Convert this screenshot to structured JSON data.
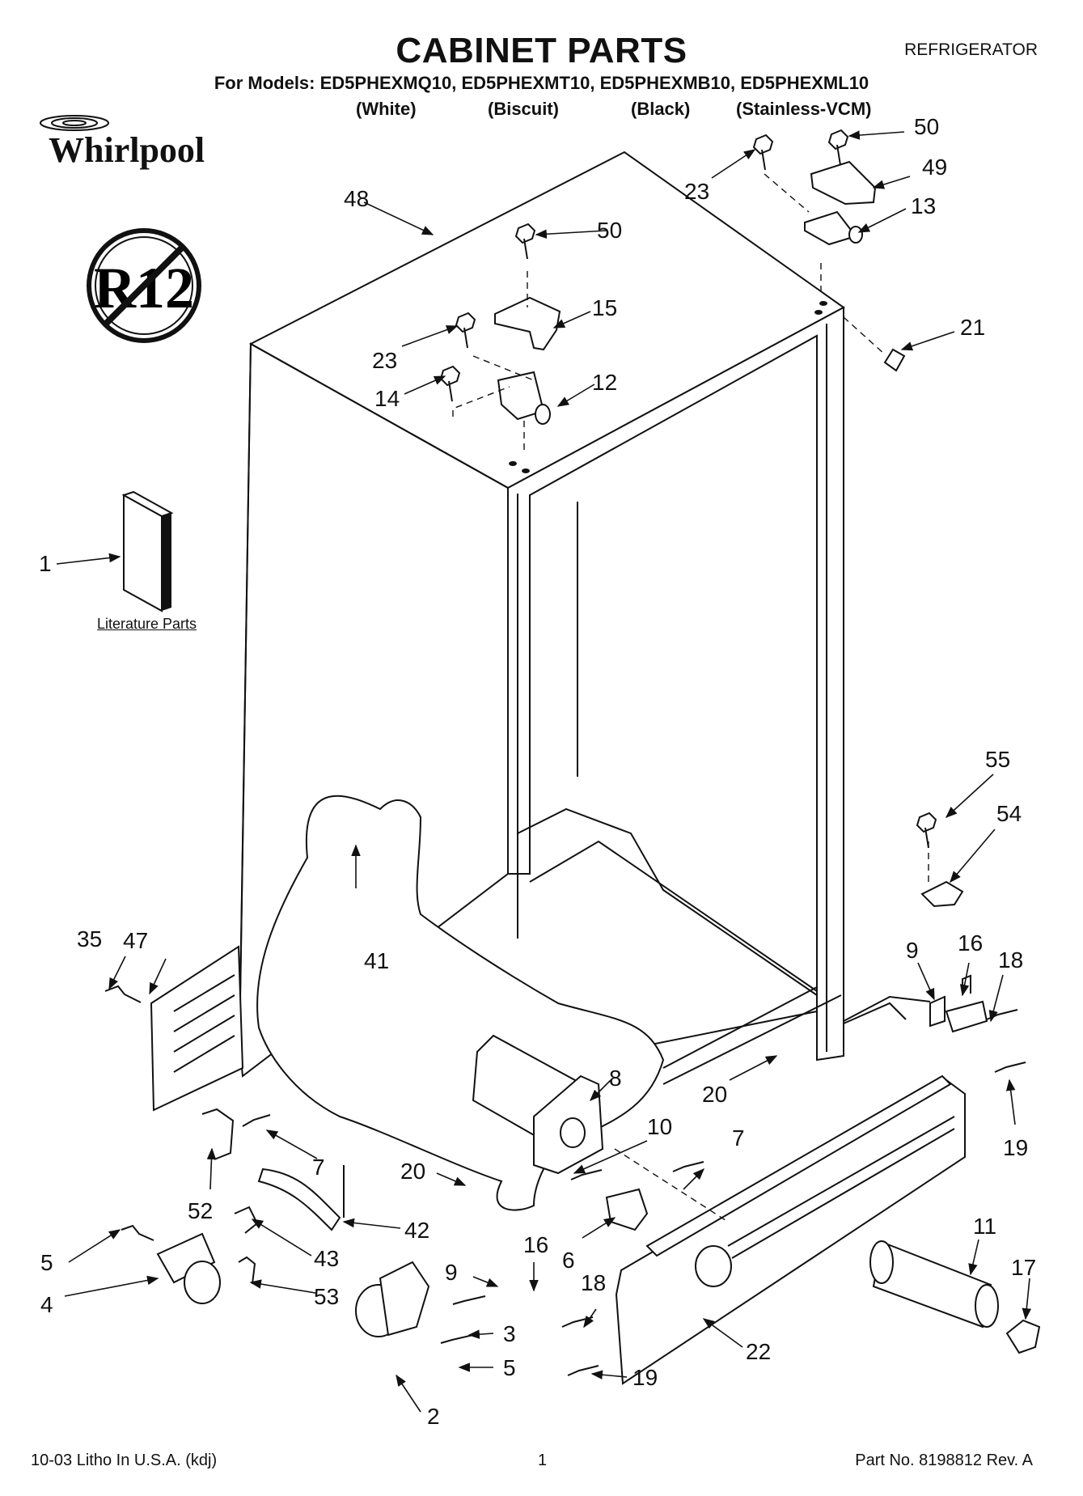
{
  "header": {
    "title": "CABINET PARTS",
    "category": "REFRIGERATOR",
    "models_line": "For Models: ED5PHEXMQ10, ED5PHEXMT10, ED5PHEXMB10, ED5PHEXML10",
    "variants": [
      "(White)",
      "(Biscuit)",
      "(Black)",
      "(Stainless-VCM)"
    ]
  },
  "brand": {
    "logo_text": "Whirlpool",
    "r12_badge_text": "R12"
  },
  "literature_label": "Literature Parts",
  "callouts": {
    "c1": "1",
    "c2": "2",
    "c3": "3",
    "c4": "4",
    "c5a": "5",
    "c5b": "5",
    "c6": "6",
    "c7a": "7",
    "c7b": "7",
    "c8": "8",
    "c9a": "9",
    "c9b": "9",
    "c10": "10",
    "c11": "11",
    "c12": "12",
    "c13": "13",
    "c14": "14",
    "c15": "15",
    "c16a": "16",
    "c16b": "16",
    "c17": "17",
    "c18a": "18",
    "c18b": "18",
    "c19a": "19",
    "c19b": "19",
    "c20a": "20",
    "c20b": "20",
    "c21": "21",
    "c22": "22",
    "c23a": "23",
    "c23b": "23",
    "c35": "35",
    "c41": "41",
    "c42": "42",
    "c43": "43",
    "c47": "47",
    "c48": "48",
    "c49": "49",
    "c50a": "50",
    "c50b": "50",
    "c52": "52",
    "c53": "53",
    "c54": "54",
    "c55": "55"
  },
  "footer": {
    "print_info": "10-03 Litho In U.S.A. (kdj)",
    "page_number": "1",
    "part_number": "Part No. 8198812 Rev. A"
  }
}
